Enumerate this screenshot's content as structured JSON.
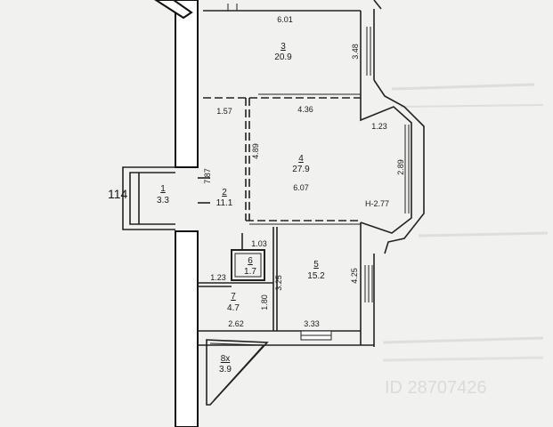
{
  "rooms": [
    {
      "number": "3",
      "area": "20.9"
    },
    {
      "number": "4",
      "area": "27.9"
    },
    {
      "number": "2",
      "area": "11.1"
    },
    {
      "number": "1",
      "area": "3.3"
    },
    {
      "number": "5",
      "area": "15.2"
    },
    {
      "number": "6",
      "area": "1.7"
    },
    {
      "number": "7",
      "area": "4.7"
    },
    {
      "number": "8х",
      "area": "3.9"
    }
  ],
  "dimensions": {
    "d601": "6.01",
    "d348": "3.48",
    "d157": "1.57",
    "d436": "4.36",
    "d123a": "1.23",
    "d289": "2.89",
    "d489": "4.89",
    "d607": "6.07",
    "d787": "7.87",
    "d103": "1.03",
    "d123b": "1.23",
    "d325": "3.25",
    "d425": "4.25",
    "d180": "1.80",
    "d262": "2.62",
    "d333": "3.33"
  },
  "height_label": "Н-2.77",
  "unit_number": "114",
  "watermark_id": "ID 28707426"
}
